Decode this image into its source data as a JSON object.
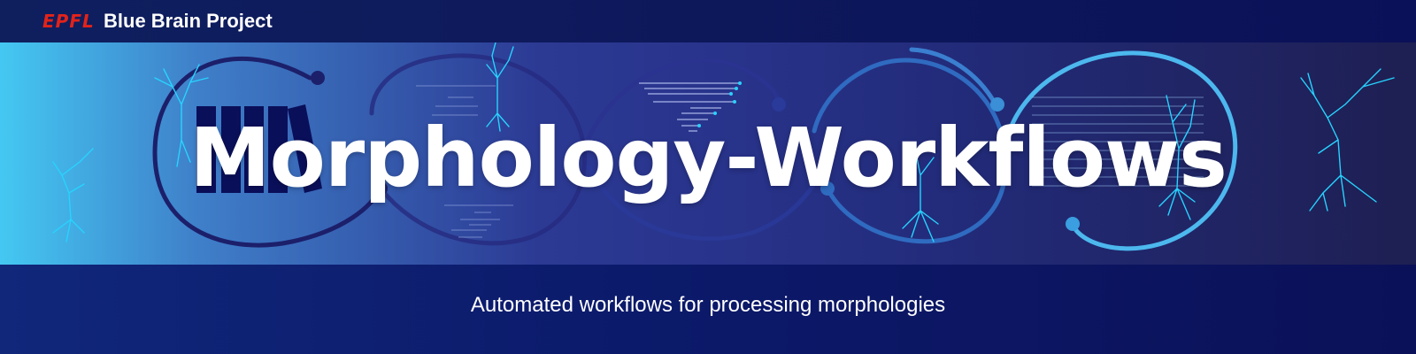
{
  "header": {
    "epfl_logo": "EPFL",
    "org_name": "Blue Brain Project"
  },
  "banner": {
    "title": "Morphology-Workflows",
    "background_colors": [
      "#44c8f2",
      "#2c3a94",
      "#1e1f52"
    ],
    "loop_colors": [
      "#1c1f6a",
      "#2a338f",
      "#3a8fd6",
      "#4cb8ee"
    ],
    "neuron_color": "#27d3ff"
  },
  "footer": {
    "subtitle": "Automated workflows for processing morphologies"
  }
}
